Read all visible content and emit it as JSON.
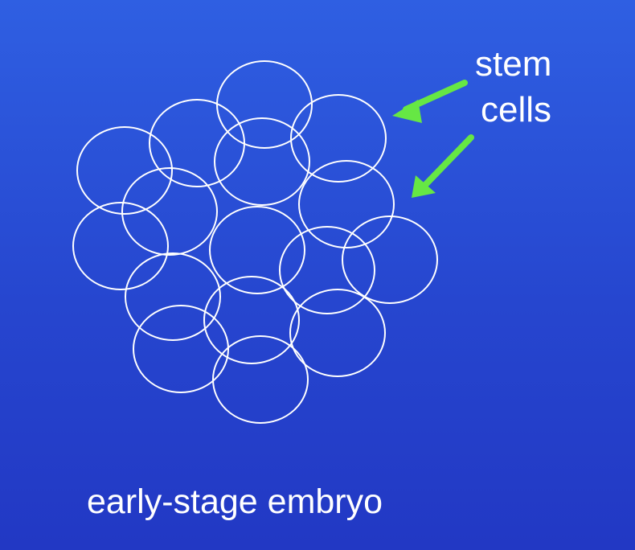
{
  "labels": {
    "stem_line_1": "stem",
    "stem_line_2": "cells",
    "caption": "early-stage embryo"
  },
  "colors": {
    "background_top": "#2f5fe2",
    "background_bottom": "#2238c4",
    "cell_outline": "#ffffff",
    "arrow": "#66e744",
    "text": "#ffffff"
  }
}
